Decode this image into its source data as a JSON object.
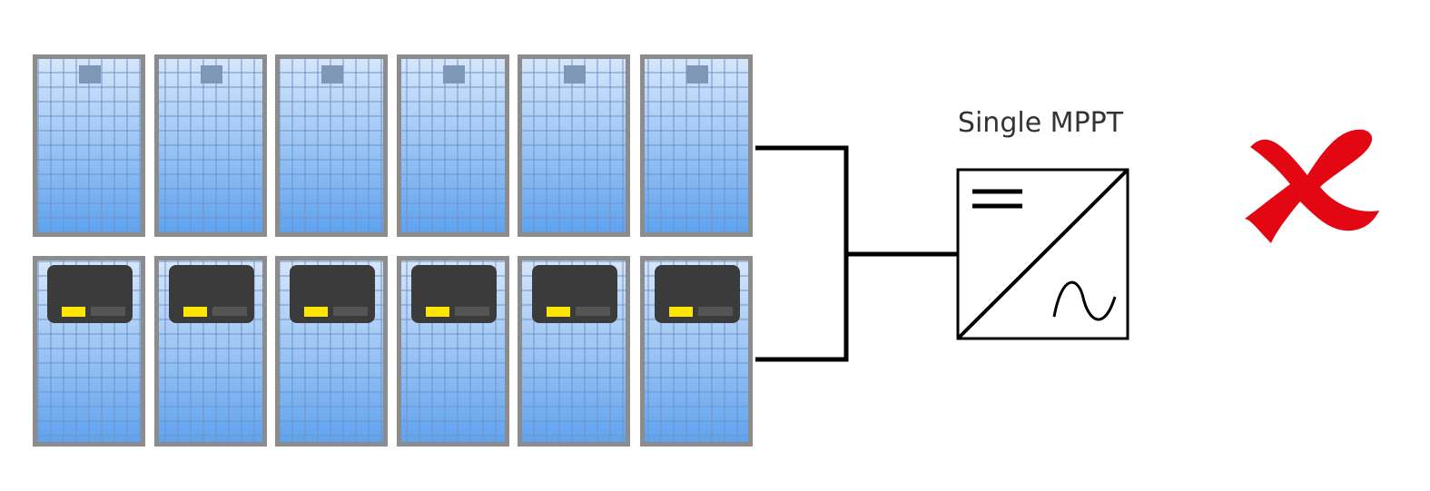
{
  "diagram": {
    "inverter": {
      "label": "Single MPPT",
      "dc_symbol": "dc-lines-icon",
      "ac_symbol": "sine-wave-icon"
    },
    "status": {
      "icon": "cross-mark-icon",
      "color": "#e30613"
    },
    "rows": [
      {
        "name": "standard-panels",
        "panel_count": 6,
        "attachment": "junction-box"
      },
      {
        "name": "optimized-panels",
        "panel_count": 6,
        "attachment": "optimizer"
      }
    ],
    "colors": {
      "panel_frame": "#8c8c8c",
      "panel_cell_top": "#d6e6fb",
      "panel_cell_bottom": "#5fa3ef",
      "grid_line": "#6e8fc0",
      "junction_box": "#7f97b6",
      "optimizer_body": "#3b3b3b",
      "optimizer_led": "#ffe600",
      "wire": "#000000"
    }
  }
}
